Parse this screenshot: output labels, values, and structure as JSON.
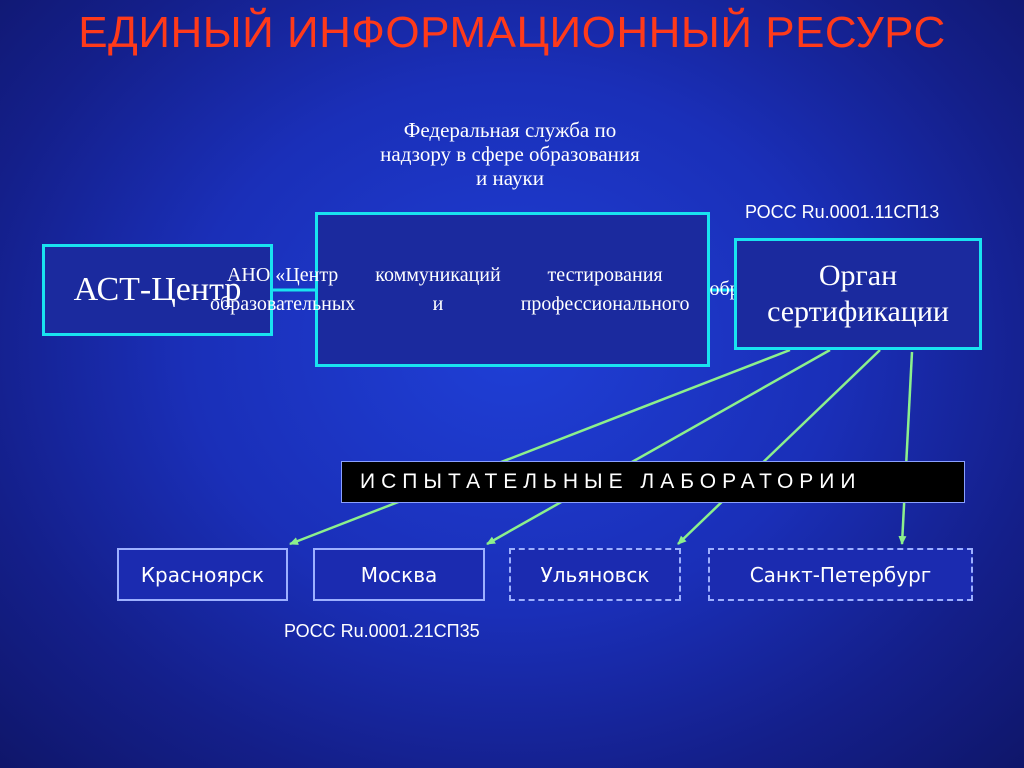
{
  "title": "ЕДИНЫЙ ИНФОРМАЦИОННЫЙ РЕСУРС",
  "federal_service": {
    "line1": "Федеральная служба по",
    "line2": "надзору в сфере образования",
    "line3": "и науки"
  },
  "ast_center": "АСТ-Центр",
  "ano": {
    "line1": "АНО «Центр образовательных",
    "line2": "коммуникаций и",
    "line3": "тестирования профессионального",
    "line4": "образования"
  },
  "certification_body": {
    "line1": "Орган",
    "line2": "сертификации"
  },
  "ross_top": "РОСС Ru.0001.11СП13",
  "labs_header": "ИСПЫТАТЕЛЬНЫЕ ЛАБОРАТОРИИ",
  "cities": [
    "Красноярск",
    "Москва",
    "Ульяновск",
    "Санкт-Петербург"
  ],
  "ross_bottom": "РОСС Ru.0001.21СП35",
  "colors": {
    "title": "#ff3a1a",
    "box_border": "#19e3f0",
    "arrow": "#8cf08c",
    "background": "#1a2fb8"
  }
}
